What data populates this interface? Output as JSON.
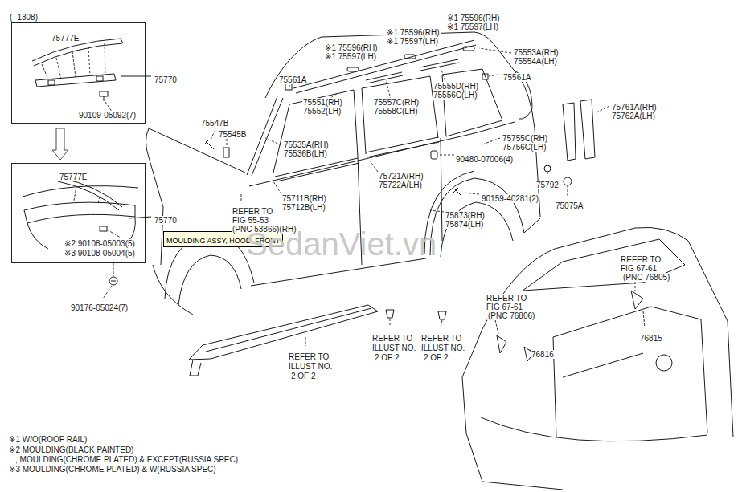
{
  "diagram": {
    "nodes": [
      {
        "text": [
          "( -1308)",
          "75777E",
          "90109-05092(7)"
        ]
      },
      {
        "text": [
          "75777E",
          "※2 90108-05003(5)",
          "※3 90108-05004(5)"
        ]
      },
      {
        "text": [
          "MOULDING ASSY, HOOD, FRONT"
        ]
      }
    ],
    "edges": [
      {
        "from": 0,
        "to": 1,
        "arrow": "to"
      }
    ],
    "labels": [
      "75770",
      "75770",
      "90176-05024(7)",
      "※1 75596(RH)",
      "※1 75597(LH)",
      "※1 75596(RH)",
      "※1 75597(LH)",
      "※1 75596(RH)",
      "※1 75597(LH)",
      "75561A",
      "75553A(RH)",
      "75554A(LH)",
      "75561A",
      "75555D(RH)",
      "75556C(LH)",
      "75557C(RH)",
      "75558C(LH)",
      "75551(RH)",
      "75552(LH)",
      "75547B",
      "75545B",
      "75535A(RH)",
      "75536B(LH)",
      "REFER TO",
      "FIG 55-53",
      "(PNC 53866)(RH)",
      "75711B(RH)",
      "75712B(LH)",
      "75721A(RH)",
      "75722A(LH)",
      "75755C(RH)",
      "75756C(LH)",
      "90480-07006(4)",
      "90159-40281(2)",
      "75873(RH)",
      "75874(LH)",
      "75792",
      "75075A",
      "75761A(RH)",
      "75762A(LH)",
      "REFER TO",
      "FIG 67-61",
      "(PNC 76805)",
      "REFER TO",
      "FIG 67-61",
      "(PNC 76806)",
      "76816",
      "76815",
      "REFER TO",
      "ILLUST NO.",
      "2 OF 2",
      "REFER TO",
      "ILLUST NO.",
      "2 OF 2",
      "REFER TO",
      "ILLUST NO.",
      "2 OF 2",
      "SedanViet.vn",
      "※1 W/O(ROOF RAIL)",
      "※2 MOULDING(BLACK PAINTED)",
      ", MOULDING(CHROME PLATED) & EXCEPT(RUSSIA SPEC)",
      "※3 MOULDING(CHROME PLATED) & W(RUSSIA SPEC)"
    ]
  }
}
